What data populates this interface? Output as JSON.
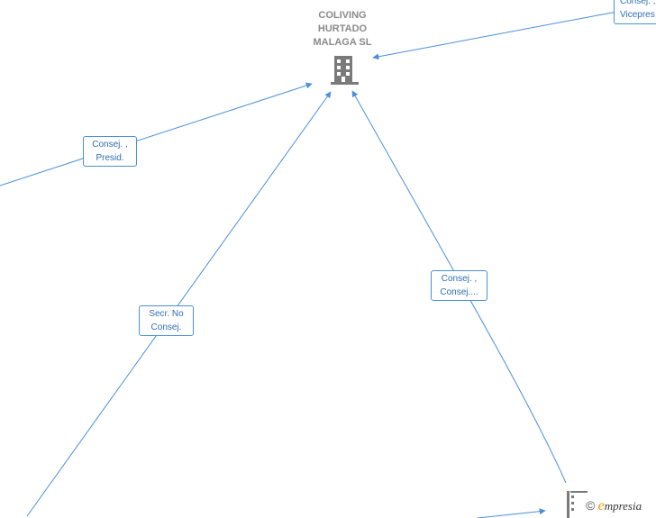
{
  "company": {
    "name_lines": [
      "COLIVING",
      "HURTADO",
      "MALAGA  SL"
    ],
    "icon": "building-icon"
  },
  "edges": [
    {
      "id": "top-right",
      "label_lines": [
        "Consej. ,",
        "Vicepres"
      ]
    },
    {
      "id": "left-presid",
      "label_lines": [
        "Consej. ,",
        "Presid."
      ]
    },
    {
      "id": "left-secr",
      "label_lines": [
        "Secr.  No",
        "Consej."
      ]
    },
    {
      "id": "right-consej",
      "label_lines": [
        "Consej. ,",
        "Consej...."
      ]
    }
  ],
  "watermark": {
    "symbol": "©",
    "brand_initial": "e",
    "brand_rest": "mpresia"
  },
  "colors": {
    "edge": "#4a90d9",
    "node_text": "#8a8a8a",
    "icon": "#7a7a7a",
    "brand_accent": "#f29400"
  }
}
